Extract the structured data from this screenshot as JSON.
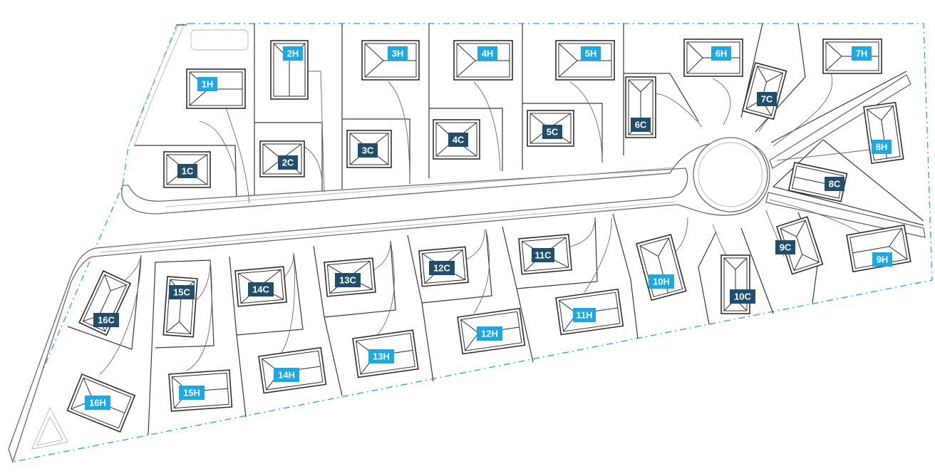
{
  "colors": {
    "house_label_bg": "#1aa9e5",
    "cottage_label_bg": "#1f4e6e",
    "label_text": "#ffffff",
    "boundary": "#1aa9e5",
    "lines": "#3a3a3a"
  },
  "lots": [
    {
      "id": "1H",
      "kind": "house"
    },
    {
      "id": "2H",
      "kind": "house"
    },
    {
      "id": "3H",
      "kind": "house"
    },
    {
      "id": "4H",
      "kind": "house"
    },
    {
      "id": "5H",
      "kind": "house"
    },
    {
      "id": "6H",
      "kind": "house"
    },
    {
      "id": "7H",
      "kind": "house"
    },
    {
      "id": "8H",
      "kind": "house"
    },
    {
      "id": "9H",
      "kind": "house"
    },
    {
      "id": "10H",
      "kind": "house"
    },
    {
      "id": "11H",
      "kind": "house"
    },
    {
      "id": "12H",
      "kind": "house"
    },
    {
      "id": "13H",
      "kind": "house"
    },
    {
      "id": "14H",
      "kind": "house"
    },
    {
      "id": "15H",
      "kind": "house"
    },
    {
      "id": "16H",
      "kind": "house"
    },
    {
      "id": "1C",
      "kind": "cottage"
    },
    {
      "id": "2C",
      "kind": "cottage"
    },
    {
      "id": "3C",
      "kind": "cottage"
    },
    {
      "id": "4C",
      "kind": "cottage"
    },
    {
      "id": "5C",
      "kind": "cottage"
    },
    {
      "id": "6C",
      "kind": "cottage"
    },
    {
      "id": "7C",
      "kind": "cottage"
    },
    {
      "id": "8C",
      "kind": "cottage"
    },
    {
      "id": "9C",
      "kind": "cottage"
    },
    {
      "id": "10C",
      "kind": "cottage"
    },
    {
      "id": "11C",
      "kind": "cottage"
    },
    {
      "id": "12C",
      "kind": "cottage"
    },
    {
      "id": "13C",
      "kind": "cottage"
    },
    {
      "id": "14C",
      "kind": "cottage"
    },
    {
      "id": "15C",
      "kind": "cottage"
    },
    {
      "id": "16C",
      "kind": "cottage"
    }
  ]
}
